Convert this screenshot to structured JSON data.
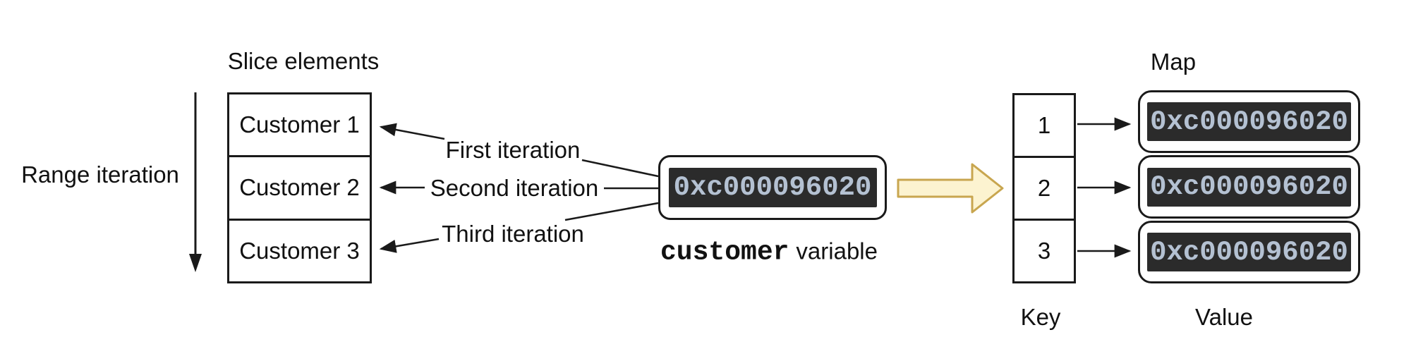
{
  "colors": {
    "line": "#1a1a1a",
    "address_bg": "#2b2b2b",
    "address_fg": "#b4c1d2",
    "block_arrow_fill": "#fcf3d0",
    "block_arrow_stroke": "#c8a64f"
  },
  "slice": {
    "title": "Slice elements",
    "range_label": "Range iteration",
    "elements": [
      {
        "label": "Customer 1"
      },
      {
        "label": "Customer 2"
      },
      {
        "label": "Customer 3"
      }
    ]
  },
  "iterations": {
    "first": "First iteration",
    "second": "Second iteration",
    "third": "Third iteration"
  },
  "variable": {
    "address": "0xc000096020",
    "name": "customer",
    "suffix": "variable"
  },
  "map": {
    "title": "Map",
    "key_header": "Key",
    "value_header": "Value",
    "rows": [
      {
        "key": "1",
        "value": "0xc000096020"
      },
      {
        "key": "2",
        "value": "0xc000096020"
      },
      {
        "key": "3",
        "value": "0xc000096020"
      }
    ]
  }
}
